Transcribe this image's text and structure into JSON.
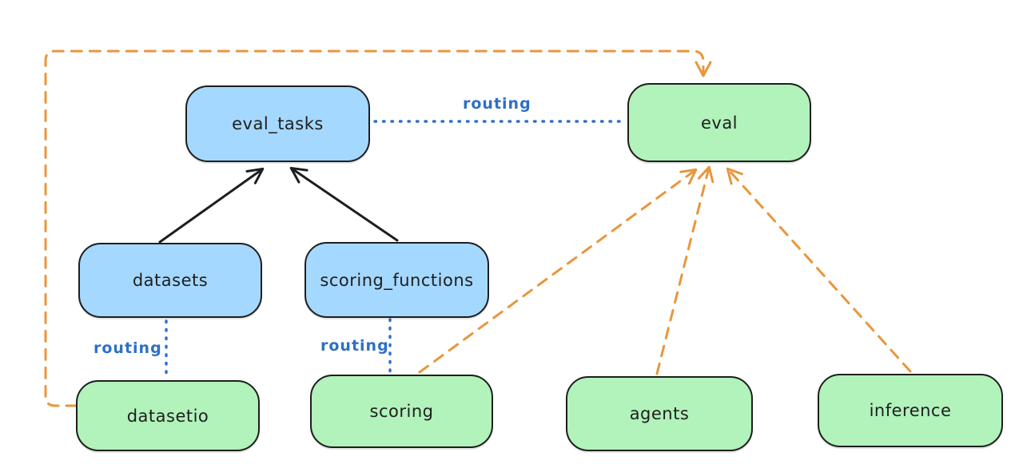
{
  "diagram": {
    "nodes": {
      "eval_tasks": {
        "label": "eval_tasks",
        "fill": "#a5d8ff"
      },
      "eval": {
        "label": "eval",
        "fill": "#b2f2bb"
      },
      "datasets": {
        "label": "datasets",
        "fill": "#a5d8ff"
      },
      "scoring_functions": {
        "label": "scoring_functions",
        "fill": "#a5d8ff"
      },
      "datasetio": {
        "label": "datasetio",
        "fill": "#b2f2bb"
      },
      "scoring": {
        "label": "scoring",
        "fill": "#b2f2bb"
      },
      "agents": {
        "label": "agents",
        "fill": "#b2f2bb"
      },
      "inference": {
        "label": "inference",
        "fill": "#b2f2bb"
      }
    },
    "labels": {
      "routing_eval_tasks_eval": "routing",
      "routing_datasets_datasetio": "routing",
      "routing_scoring_functions_scoring": "routing"
    },
    "edges": [
      {
        "from": "datasets",
        "to": "eval_tasks",
        "style": "solid-black-arrow"
      },
      {
        "from": "scoring_functions",
        "to": "eval_tasks",
        "style": "solid-black-arrow"
      },
      {
        "from": "eval_tasks",
        "to": "eval",
        "style": "dotted-blue",
        "label": "routing"
      },
      {
        "from": "datasets",
        "to": "datasetio",
        "style": "dotted-blue",
        "label": "routing"
      },
      {
        "from": "scoring_functions",
        "to": "scoring",
        "style": "dotted-blue",
        "label": "routing"
      },
      {
        "from": "datasetio",
        "to": "eval",
        "style": "dashed-orange-arrow"
      },
      {
        "from": "scoring",
        "to": "eval",
        "style": "dashed-orange-arrow"
      },
      {
        "from": "agents",
        "to": "eval",
        "style": "dashed-orange-arrow"
      },
      {
        "from": "inference",
        "to": "eval",
        "style": "dashed-orange-arrow"
      }
    ],
    "colors": {
      "node_blue_fill": "#a5d8ff",
      "node_green_fill": "#b2f2bb",
      "stroke": "#1e1e1e",
      "routing_blue": "#2e6fc7",
      "orange": "#e9963c",
      "background": "#ffffff"
    }
  }
}
